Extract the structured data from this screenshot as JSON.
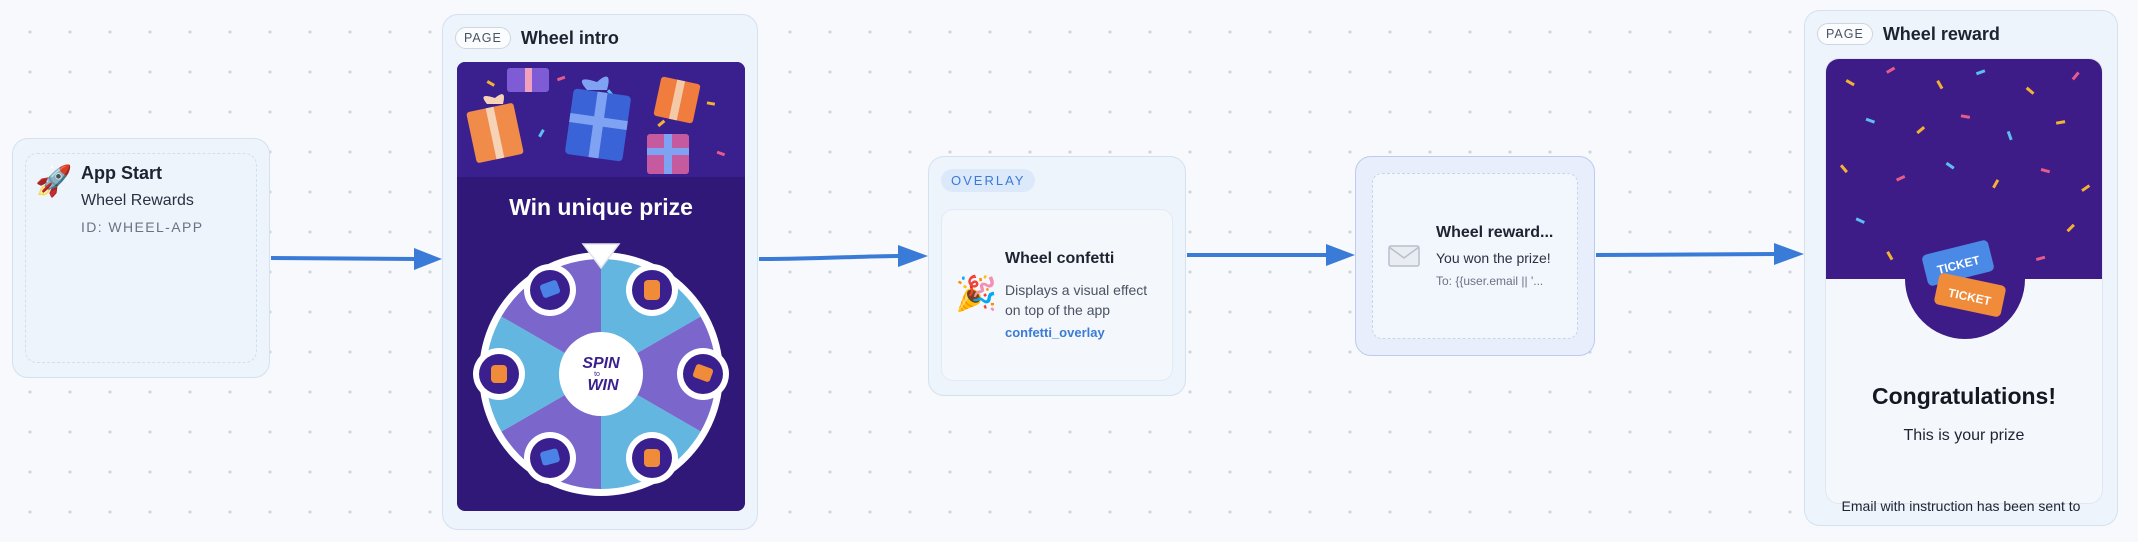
{
  "app_start": {
    "icon": "rocket-icon",
    "title": "App Start",
    "subtitle": "Wheel Rewards",
    "id_text": "ID: WHEEL-APP"
  },
  "wheel_intro": {
    "chip": "PAGE",
    "title": "Wheel intro",
    "heading": "Win unique prize",
    "center_text_1": "SPIN",
    "center_text_2": "to",
    "center_text_3": "WIN"
  },
  "overlay": {
    "badge": "OVERLAY",
    "icon": "party-popper-icon",
    "title": "Wheel confetti",
    "description": "Displays a visual effect on top of the app",
    "identifier": "confetti_overlay"
  },
  "email": {
    "icon": "envelope-icon",
    "title": "Wheel reward...",
    "subtitle": "You won the prize!",
    "to": "To: {{user.email || '..."
  },
  "wheel_reward": {
    "chip": "PAGE",
    "title": "Wheel reward",
    "ticket_label": "TICKET",
    "congrats": "Congratulations!",
    "prize_text": "This is your prize",
    "email_text": "Email with instruction has been sent to"
  },
  "colors": {
    "accent": "#3b7bd6",
    "connector": "#3a7bd8",
    "intro_bg": "#2f1878",
    "reward_bg": "#3d1c87",
    "wheel_light": "#62b6df",
    "wheel_dark": "#7b67cc"
  }
}
